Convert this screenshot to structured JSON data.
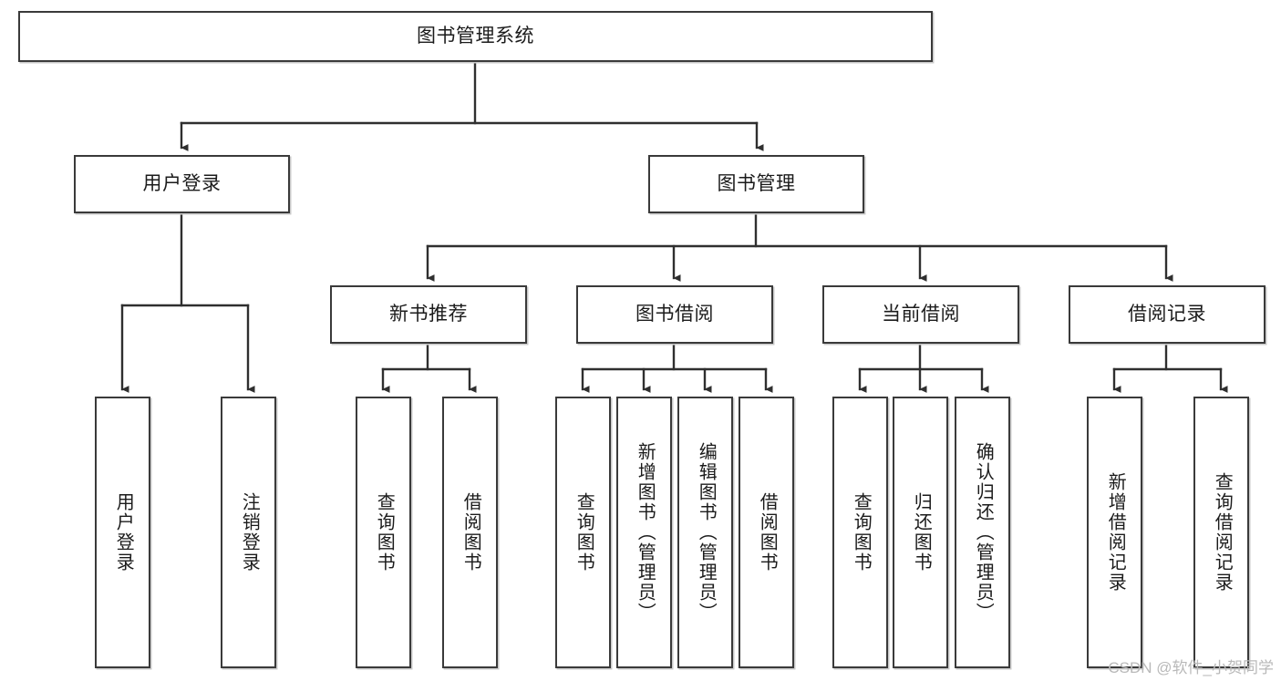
{
  "diagram": {
    "title": "图书管理系统",
    "watermark": "CSDN @软件_小贺同学",
    "colors": {
      "box_border": "#3a3a3a",
      "box_fill": "#ffffff",
      "line": "#2f2f2f",
      "text": "#1b1b1b",
      "watermark": "#b9b9b9"
    },
    "root": {
      "label": "图书管理系统"
    },
    "level2": [
      {
        "label": "用户登录"
      },
      {
        "label": "图书管理"
      }
    ],
    "level3": [
      {
        "label": "新书推荐"
      },
      {
        "label": "图书借阅"
      },
      {
        "label": "当前借阅"
      },
      {
        "label": "借阅记录"
      }
    ],
    "leaves": {
      "user_login": [
        {
          "label": "用户登录"
        },
        {
          "label": "注销登录"
        }
      ],
      "new_book_recommend": [
        {
          "label": "查询图书"
        },
        {
          "label": "借阅图书"
        }
      ],
      "book_borrow": [
        {
          "label": "查询图书"
        },
        {
          "label": "新增图书（管理员）"
        },
        {
          "label": "编辑图书（管理员）"
        },
        {
          "label": "借阅图书"
        }
      ],
      "current_borrow": [
        {
          "label": "查询图书"
        },
        {
          "label": "归还图书"
        },
        {
          "label": "确认归还（管理员）"
        }
      ],
      "borrow_records": [
        {
          "label": "新增借阅记录"
        },
        {
          "label": "查询借阅记录"
        }
      ]
    }
  }
}
